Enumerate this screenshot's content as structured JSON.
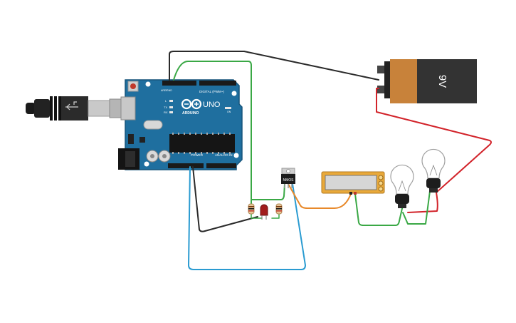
{
  "colors": {
    "board": "#1f6f9f",
    "board_dark": "#16557c",
    "wire_black": "#2a2a2a",
    "wire_green": "#3aa845",
    "wire_red": "#d2232a",
    "wire_blue": "#2a9bd1",
    "wire_orange": "#e8892a",
    "battery_body": "#333333",
    "battery_label": "#c8823a",
    "meter_body": "#e9a93a"
  },
  "icons": {
    "usb_cable": "usb-cable-icon",
    "power_jack": "power-jack-icon",
    "battery": "battery-9v-icon",
    "mosfet": "mosfet-icon",
    "resistor": "resistor-icon",
    "led": "led-icon",
    "bulb": "light-bulb-icon",
    "meter": "multimeter-icon"
  },
  "board": {
    "logo_text": "ARDUINO",
    "model": "UNO",
    "digital_label": "DIGITAL (PWM~)",
    "power_label": "POWER",
    "analog_label": "ANALOG IN",
    "aref": "AREF",
    "gnd": "GND",
    "l_label": "L",
    "tx_label": "TX",
    "rx_label": "RX",
    "on_label": "ON"
  },
  "battery": {
    "label": "9V"
  },
  "mosfet": {
    "label": "NMOS"
  }
}
